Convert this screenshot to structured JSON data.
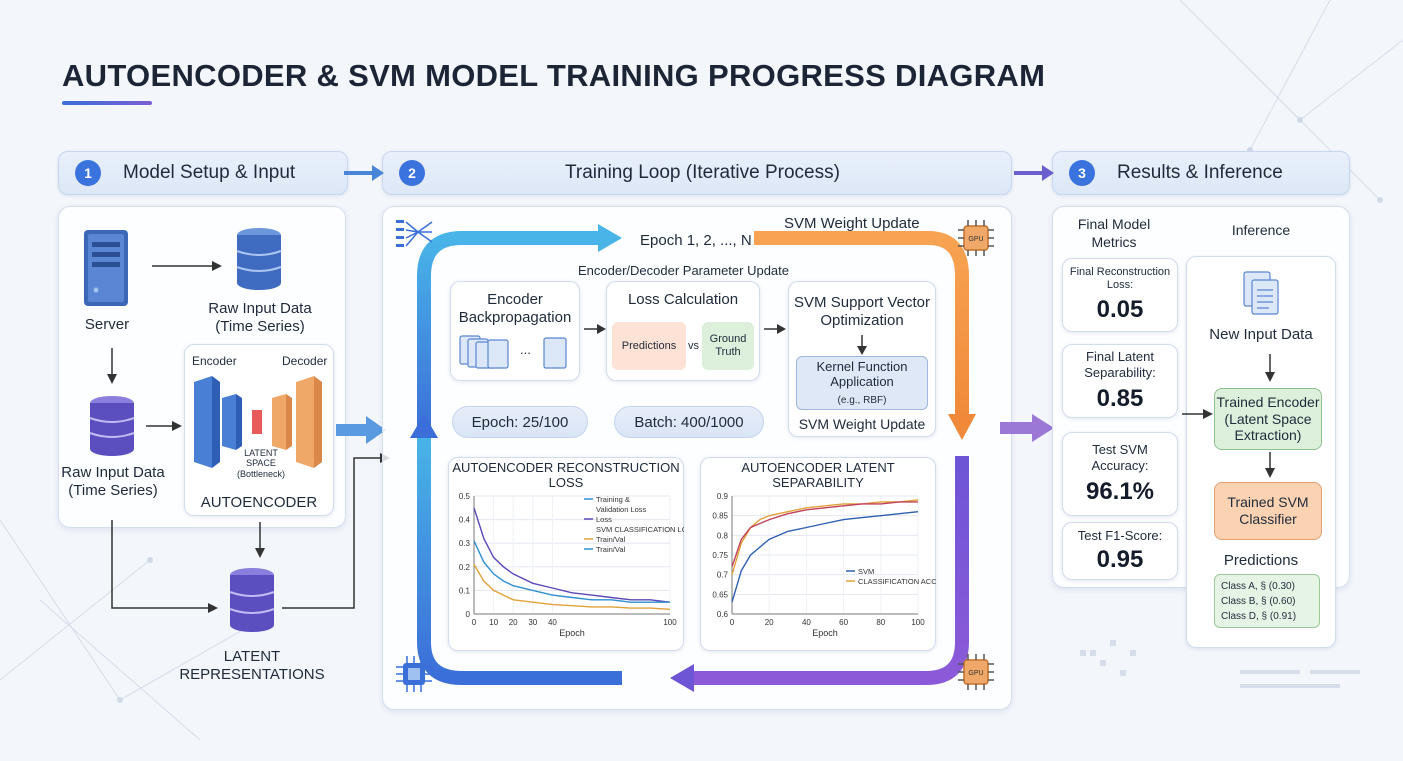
{
  "title": "AUTOENCODER & SVM MODEL TRAINING PROGRESS DIAGRAM",
  "stages": {
    "s1": {
      "num": "1",
      "label": "Model Setup & Input"
    },
    "s2": {
      "num": "2",
      "label": "Training Loop (Iterative Process)"
    },
    "s3": {
      "num": "3",
      "label": "Results & Inference"
    }
  },
  "setup": {
    "server": "Server",
    "raw_top": "Raw Input Data (Time Series)",
    "raw_left": "Raw Input Data (Time Series)",
    "encoder": "Encoder",
    "decoder": "Decoder",
    "latent_space": "LATENT SPACE (Bottleneck)",
    "autoencoder": "AUTOENCODER",
    "latent_repr": "LATENT REPRESENTATIONS"
  },
  "loop": {
    "epoch_seq": "Epoch 1, 2, ..., N",
    "svm_update_top": "SVM Weight Update",
    "enc_dec_update": "Encoder/Decoder Parameter Update",
    "backprop": "Encoder Backpropagation",
    "ellipsis": "...",
    "loss_calc": "Loss Calculation",
    "predictions": "Predictions",
    "vs": "vs",
    "ground_truth": "Ground Truth",
    "svm_support": "SVM Support Vector Optimization",
    "kernel": "Kernel Function Application",
    "kernel_eg": "(e.g., RBF)",
    "svm_update_bottom": "SVM Weight Update",
    "epoch_pill": "Epoch: 25/100",
    "batch_pill": "Batch: 400/1000",
    "gpu": "GPU"
  },
  "results": {
    "final_metrics_title": "Final Model Metrics",
    "metrics": [
      {
        "label": "Final Reconstruction Loss:",
        "value": "0.05"
      },
      {
        "label": "Final Latent Separability:",
        "value": "0.85"
      },
      {
        "label": "Test SVM Accuracy:",
        "value": "96.1%"
      },
      {
        "label": "Test F1-Score:",
        "value": "0.95"
      }
    ],
    "inference_title": "Inference",
    "new_input": "New Input Data",
    "trained_encoder": "Trained Encoder (Latent Space Extraction)",
    "trained_svm": "Trained SVM Classifier",
    "predictions_title": "Predictions",
    "predictions": [
      "Class A, § (0.30)",
      "Class B, § (0.60)",
      "Class D, § (0.91)"
    ]
  },
  "chart_data": [
    {
      "type": "line",
      "title": "AUTOENCODER RECONSTRUCTION LOSS",
      "xlabel": "Epoch",
      "ylabel": "",
      "xlim": [
        0,
        100
      ],
      "ylim": [
        0,
        0.5
      ],
      "xticks": [
        0,
        10,
        20,
        30,
        40,
        100
      ],
      "yticks": [
        0,
        0.1,
        0.2,
        0.3,
        0.4,
        0.5
      ],
      "grid": true,
      "legend": [
        "Training &",
        "Validation Loss",
        "Loss",
        "SVM CLASSIFICATION LOSS",
        "Train/Val",
        "Train/Val"
      ],
      "series": [
        {
          "color": "#5a49b8",
          "x": [
            0,
            5,
            10,
            15,
            20,
            30,
            40,
            50,
            60,
            70,
            80,
            90,
            100
          ],
          "y": [
            0.45,
            0.32,
            0.24,
            0.2,
            0.17,
            0.13,
            0.11,
            0.09,
            0.08,
            0.07,
            0.06,
            0.06,
            0.05
          ]
        },
        {
          "color": "#2f8fd0",
          "x": [
            0,
            5,
            10,
            15,
            20,
            30,
            40,
            50,
            60,
            70,
            80,
            90,
            100
          ],
          "y": [
            0.31,
            0.22,
            0.17,
            0.14,
            0.12,
            0.1,
            0.08,
            0.07,
            0.06,
            0.06,
            0.05,
            0.05,
            0.05
          ]
        },
        {
          "color": "#e0a23a",
          "x": [
            0,
            5,
            10,
            15,
            20,
            30,
            40,
            50,
            60,
            70,
            80,
            90,
            100
          ],
          "y": [
            0.21,
            0.14,
            0.1,
            0.08,
            0.06,
            0.05,
            0.04,
            0.035,
            0.03,
            0.03,
            0.025,
            0.025,
            0.02
          ]
        }
      ]
    },
    {
      "type": "line",
      "title": "AUTOENCODER LATENT SEPARABILITY",
      "xlabel": "Epoch",
      "ylabel": "",
      "xlim": [
        0,
        100
      ],
      "ylim": [
        0.6,
        0.9
      ],
      "xticks": [
        0,
        20,
        40,
        60,
        80,
        100
      ],
      "yticks": [
        0.6,
        0.65,
        0.7,
        0.75,
        0.8,
        0.85,
        0.9
      ],
      "grid": true,
      "legend": [
        "SVM",
        "CLASSIFICATION ACCURACY (METRIC)"
      ],
      "series": [
        {
          "color": "#e0a23a",
          "x": [
            0,
            5,
            10,
            15,
            20,
            30,
            40,
            50,
            60,
            70,
            80,
            90,
            100
          ],
          "y": [
            0.7,
            0.78,
            0.82,
            0.84,
            0.85,
            0.86,
            0.87,
            0.875,
            0.88,
            0.88,
            0.885,
            0.885,
            0.89
          ]
        },
        {
          "color": "#c0405a",
          "x": [
            0,
            5,
            10,
            15,
            20,
            30,
            40,
            50,
            60,
            70,
            80,
            90,
            100
          ],
          "y": [
            0.72,
            0.79,
            0.82,
            0.83,
            0.84,
            0.855,
            0.865,
            0.87,
            0.875,
            0.88,
            0.88,
            0.885,
            0.885
          ]
        },
        {
          "color": "#2f5fb0",
          "x": [
            0,
            5,
            10,
            15,
            20,
            30,
            40,
            50,
            60,
            70,
            80,
            90,
            100
          ],
          "y": [
            0.63,
            0.71,
            0.75,
            0.77,
            0.79,
            0.81,
            0.82,
            0.83,
            0.84,
            0.845,
            0.85,
            0.855,
            0.86
          ]
        }
      ]
    }
  ]
}
